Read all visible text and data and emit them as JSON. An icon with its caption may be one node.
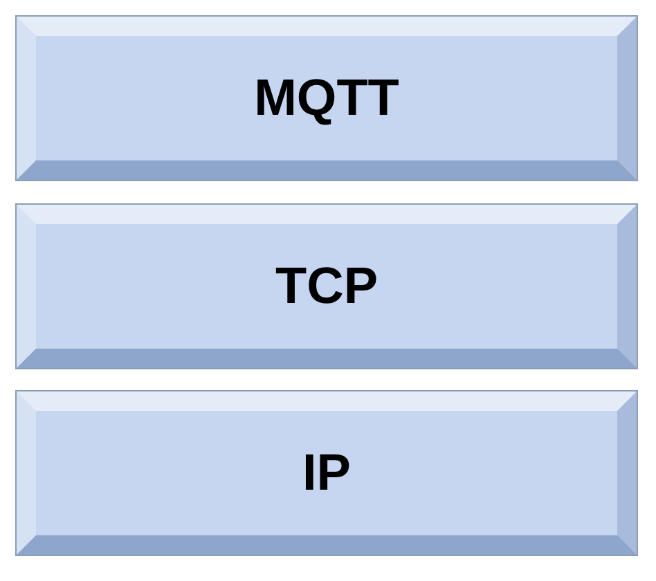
{
  "diagram": {
    "nodes": [
      {
        "text": [
          "MQTT"
        ]
      },
      {
        "text": [
          "TCP"
        ]
      },
      {
        "text": [
          "IP"
        ]
      }
    ]
  }
}
